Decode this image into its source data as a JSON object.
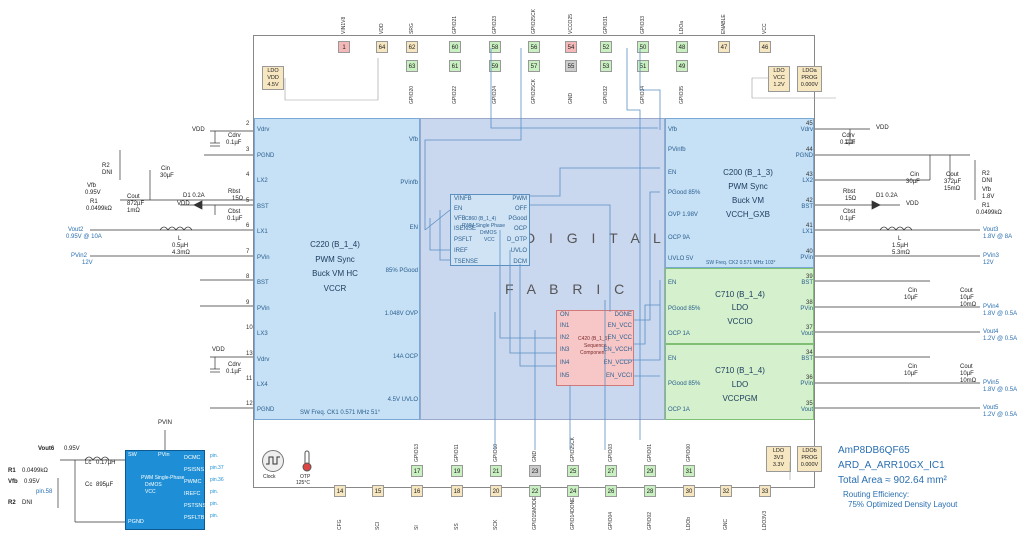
{
  "chip": {
    "top_pins": [
      {
        "num": "1",
        "name": "VIN1V8",
        "color": "r"
      },
      {
        "num": "64",
        "name": "VDD",
        "color": "y"
      },
      {
        "num": "62",
        "name": "SRG",
        "color": "y"
      },
      {
        "num": "60",
        "name": "GPIO21",
        "color": "g"
      },
      {
        "num": "58",
        "name": "GPIO23",
        "color": "g"
      },
      {
        "num": "56",
        "name": "GPIO25CK",
        "color": "g"
      },
      {
        "num": "54",
        "name": "VCCO25",
        "color": "r"
      },
      {
        "num": "52",
        "name": "GPIO31",
        "color": "g"
      },
      {
        "num": "50",
        "name": "GPIO33",
        "color": "g"
      },
      {
        "num": "48",
        "name": "LDOa",
        "color": "g"
      },
      {
        "num": "47",
        "name": "ENABLE",
        "color": "y"
      },
      {
        "num": "46",
        "name": "VCC",
        "color": "y"
      }
    ],
    "top_pins_row2": [
      {
        "num": "63",
        "name": "GPIO20",
        "color": "g"
      },
      {
        "num": "61",
        "name": "GPIO22",
        "color": "g"
      },
      {
        "num": "59",
        "name": "GPIO24",
        "color": "g"
      },
      {
        "num": "57",
        "name": "GPIO25CK",
        "color": "g"
      },
      {
        "num": "55",
        "name": "GND",
        "color": "gr"
      },
      {
        "num": "53",
        "name": "GPIO32",
        "color": "g"
      },
      {
        "num": "51",
        "name": "GPIO34",
        "color": "g"
      },
      {
        "num": "49",
        "name": "GPIO35",
        "color": "g"
      }
    ],
    "bottom_pins_row1": [
      {
        "num": "17",
        "name": "GPIO13",
        "color": "g"
      },
      {
        "num": "19",
        "name": "GPIO11",
        "color": "g"
      },
      {
        "num": "21",
        "name": "GPIO10",
        "color": "g"
      },
      {
        "num": "23",
        "name": "GND",
        "color": "gr"
      },
      {
        "num": "25",
        "name": "GPIO25CK",
        "color": "g"
      },
      {
        "num": "27",
        "name": "GPIO03",
        "color": "g"
      },
      {
        "num": "29",
        "name": "GPIO01",
        "color": "g"
      },
      {
        "num": "31",
        "name": "GPIO00",
        "color": "g"
      }
    ],
    "bottom_pins_row2": [
      {
        "num": "14",
        "name": "CFG",
        "color": "y"
      },
      {
        "num": "15",
        "name": "SCI",
        "color": "y"
      },
      {
        "num": "16",
        "name": "SI",
        "color": "y"
      },
      {
        "num": "18",
        "name": "SS",
        "color": "y"
      },
      {
        "num": "20",
        "name": "SCK",
        "color": "y"
      },
      {
        "num": "22",
        "name": "GPIO15MODE",
        "color": "g"
      },
      {
        "num": "24",
        "name": "GPIO14DONE",
        "color": "g"
      },
      {
        "num": "26",
        "name": "GPIO04",
        "color": "g"
      },
      {
        "num": "28",
        "name": "GPIO02",
        "color": "g"
      },
      {
        "num": "30",
        "name": "LDOb",
        "color": "y"
      },
      {
        "num": "32",
        "name": "GNC",
        "color": "y"
      },
      {
        "num": "33",
        "name": "LDO3V3",
        "color": "y"
      }
    ],
    "ldo_top_left": {
      "l1": "LDO",
      "l2": "VDD",
      "l3": "4.5V"
    },
    "ldo_top_right1": {
      "l1": "LDO",
      "l2": "VCC",
      "l3": "1.2V"
    },
    "ldo_top_right2": {
      "l1": "LDOa",
      "l2": "PROG",
      "l3": "0.000V"
    },
    "ldo_bot_right1": {
      "l1": "LDO",
      "l2": "3V3",
      "l3": "3.3V"
    },
    "ldo_bot_right2": {
      "l1": "LDOb",
      "l2": "PROG",
      "l3": "0.000V"
    },
    "clock_label": "Clock",
    "otp_label": "OTP",
    "otp_temp": "125°C"
  },
  "c220": {
    "title": "C220 (B_1_4)",
    "sub1": "PWM Sync",
    "sub2": "Buck VM HC",
    "sub3": "VCCR",
    "pins_left": [
      "Vdrv",
      "PGND",
      "LX2",
      "BST",
      "LX1",
      "PVin",
      "BST",
      "PVin",
      "LX3",
      "Vdrv",
      "LX4",
      "PGND"
    ],
    "pins_left_nums": [
      "2",
      "3",
      "4",
      "5",
      "6",
      "7",
      "8",
      "9",
      "10",
      "13",
      "11",
      "12"
    ],
    "pins_right": [
      "Vfb",
      "PVinfb",
      "EN",
      "85% PGood",
      "1.048V OVP",
      "14A OCP",
      "4.5V UVLO"
    ],
    "footer": "SW Freq. CK1 0.571 MHz 51°"
  },
  "c200": {
    "title": "C200 (B_1_3)",
    "sub1": "PWM Sync",
    "sub2": "Buck VM",
    "sub3": "VCCH_GXB",
    "pins_left": [
      "Vfb",
      "PVinfb",
      "EN",
      "PGood 85%",
      "OVP 1.98V",
      "OCP 9A",
      "UVLO 5V"
    ],
    "pins_right": [
      "Vdrv",
      "PGND",
      "LX2",
      "BST",
      "LX1",
      "PVin"
    ],
    "pins_right_nums": [
      "45",
      "44",
      "43",
      "42",
      "41",
      "40"
    ],
    "footer": "SW Freq. CK2 0.571 MHz 103°"
  },
  "c710a": {
    "title": "C710 (B_1_4)",
    "sub1": "LDO",
    "sub2": "VCCIO",
    "pins_left": [
      "EN",
      "PGood 85%",
      "OCP 1A"
    ],
    "pins_right": [
      "BST",
      "PVin",
      "Vout"
    ],
    "pins_right_nums": [
      "39",
      "38",
      "37"
    ]
  },
  "c710b": {
    "title": "C710 (B_1_4)",
    "sub1": "LDO",
    "sub2": "VCCPGM",
    "pins_left": [
      "EN",
      "PGood 85%",
      "OCP 1A"
    ],
    "pins_right": [
      "BST",
      "PVin",
      "Vout"
    ],
    "pins_right_nums": [
      "34",
      "36",
      "35"
    ]
  },
  "fabric": {
    "l1": "D I G I T A L",
    "l2": "F A B R I C"
  },
  "c860": {
    "title": "C860 (B_1_4)",
    "sub1": "PWM Single Phase",
    "sub2": "DrMOS",
    "sub3": "VCC",
    "pins_left": [
      "VINFB",
      "EN",
      "VFB",
      "ISENSE",
      "PSFLT",
      "IREF",
      "TSENSE"
    ],
    "pins_right": [
      "PWM",
      "OFF",
      "PGood",
      "OCP",
      "D_OTP",
      "UVLO",
      "DCM"
    ]
  },
  "c420": {
    "title": "C420 (B_1_5)",
    "sub1": "Sequence",
    "sub2": "Component",
    "pins_left": [
      "ON",
      "IN1",
      "IN2",
      "IN3",
      "IN4",
      "IN5"
    ],
    "pins_right": [
      "DONE",
      "EN_VCC",
      "EN_VCC",
      "EN_VCCH",
      "EN_VCCP",
      "EN_VCCI"
    ]
  },
  "ext_left": {
    "vdd1": "VDD",
    "cdrv1": "Cdrv",
    "cdrv1v": "0.1µF",
    "r2": "R2",
    "r2v": "DNI",
    "cin": "Cin",
    "cinv": "30µF",
    "vfb": "Vfb",
    "vfbv": "0.95V",
    "r1": "R1",
    "r1v": "0.0499kΩ",
    "cout": "Cout",
    "coutv": "872µF",
    "coutr": "1mΩ",
    "d1": "D1 0.2A",
    "vdd2": "VDD",
    "rbst": "Rbst",
    "rbstv": "15Ω",
    "cbst": "Cbst",
    "cbstv": "0.1µF",
    "l": "L",
    "lv": "0.5µH",
    "lr": "4.3mΩ",
    "vout2": "Vout2",
    "vout2v": "0.95V @ 10A",
    "pvin2": "PVin2",
    "pvin2v": "12V",
    "vdd3": "VDD",
    "cdrv3": "Cdrv",
    "cdrv3v": "0.1µF"
  },
  "ext_right": {
    "vdd1": "VDD",
    "cdrv1": "Cdrv",
    "cdrv1v": "0.1µF",
    "cin": "Cin",
    "cinv": "30µF",
    "cout": "Cout",
    "coutv": "372µF",
    "coutr": "15mΩ",
    "r2": "R2",
    "r2v": "DNI",
    "vfb": "Vfb",
    "vfbv": "1.8V",
    "r1": "R1",
    "r1v": "0.0499kΩ",
    "rbst": "Rbst",
    "rbstv": "15Ω",
    "d1": "D1 0.2A",
    "vdd2": "VDD",
    "cbst": "Cbst",
    "cbstv": "0.1µF",
    "l": "L",
    "lv": "1.5µH",
    "lr": "5.3mΩ",
    "vout3": "Vout3",
    "vout3v": "1.8V @ 8A",
    "pvin3": "PVin3",
    "pvin3v": "12V",
    "cin4": "Cin",
    "cin4v": "10µF",
    "cout4": "Cout",
    "cout4v": "10µF",
    "cout4r": "10mΩ",
    "pvin4": "PVin4",
    "pvin4v": "1.8V @ 0.5A",
    "vout4": "Vout4",
    "vout4v": "1.2V @ 0.5A",
    "cin5": "Cin",
    "cin5v": "10µF",
    "cout5": "Cout",
    "cout5v": "10µF",
    "cout5r": "10mΩ",
    "pvin5": "PVin5",
    "pvin5v": "1.8V @ 0.5A",
    "vout5": "Vout5",
    "vout5v": "1.2V @ 0.5A"
  },
  "ext_bottom_left": {
    "pvin": "PVIN",
    "vout6": "Vout6",
    "vout6v": "0.95V",
    "lc": "Lc",
    "lcv": "0.17µH",
    "r1": "R1",
    "r1v": "0.0499kΩ",
    "vfb": "Vfb",
    "vfbv": "0.95V",
    "pin58": "pin.58",
    "cc": "Cc",
    "ccv": "895µF",
    "r2": "R2",
    "r2v": "DNI",
    "drmos_pins_left": [
      "SW",
      "PVin"
    ],
    "drmos_title": "PWM Single-Phase",
    "drmos_sub1": "DrMOS",
    "drmos_sub2": "VCC",
    "drmos_pgnd": "PGND",
    "drmos_pins_right": [
      "DCMC",
      "PSISNS",
      "PWMC",
      "IREFC",
      "PSTSNS",
      "PSFLTB"
    ],
    "drmos_pinrefs": [
      "pin.",
      "pin.37",
      "pin.36",
      "pin.",
      "pin.",
      "pin."
    ]
  },
  "info": {
    "part": "AmP8DB6QF65",
    "design": "ARD_A_ARR10GX_IC1",
    "area": "Total Area ≈ 902.64 mm²",
    "routing": "Routing Efficiency:",
    "routing2": "75% Optimized Density Layout"
  }
}
